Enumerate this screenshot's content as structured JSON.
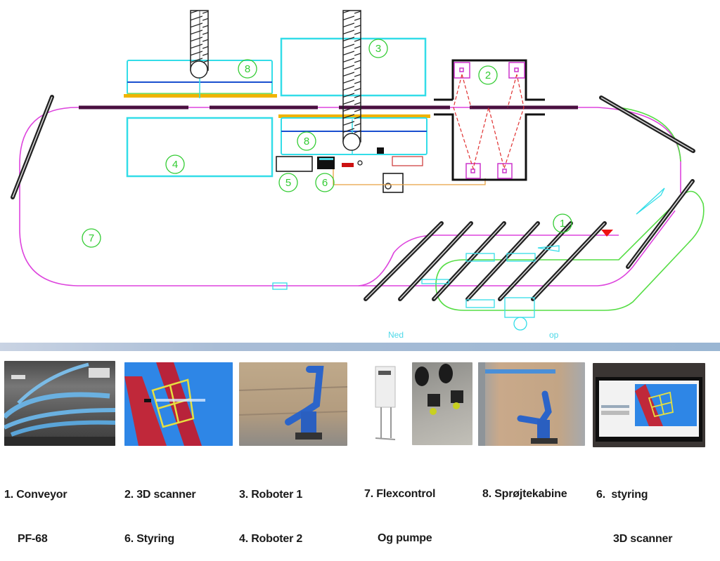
{
  "diagram": {
    "title": "Painting line layout",
    "station_labels": [
      {
        "id": "1",
        "meaning": "Conveyor PF-68"
      },
      {
        "id": "2",
        "meaning": "3D scanner"
      },
      {
        "id": "3",
        "meaning": "Roboter 1"
      },
      {
        "id": "4",
        "meaning": "Roboter 2"
      },
      {
        "id": "5",
        "meaning": ""
      },
      {
        "id": "6",
        "meaning": "Styring"
      },
      {
        "id": "7",
        "meaning": "Flexcontrol og pumpe"
      },
      {
        "id": "8a",
        "label": "8",
        "meaning": "Sprøjtekabine"
      },
      {
        "id": "8b",
        "label": "8",
        "meaning": "Sprøjtekabine"
      }
    ],
    "direction_labels": {
      "down": "Ned",
      "up": "op"
    },
    "colors": {
      "conveyor_track": "#dd44dd",
      "return_track": "#55dd44",
      "booth_outline": "#33dde8",
      "station_circle": "#33cc33",
      "grating": "#f0b400",
      "rail_dark": "#4a1040",
      "scanner_lines": "#e03030",
      "cable": "#e8a040",
      "marker_red": "#ee1111"
    }
  },
  "photos": [
    {
      "id": "conveyor",
      "icon": "photo-conveyor",
      "caption_line1": "1. Conveyor",
      "caption_line2": "PF-68"
    },
    {
      "id": "scanner",
      "icon": "photo-3d-scan-screen",
      "caption_line1": "2. 3D scanner",
      "caption_line2": "6. Styring"
    },
    {
      "id": "robot",
      "icon": "photo-robot",
      "caption_line1": "3. Roboter 1",
      "caption_line2": "4. Roboter 2"
    },
    {
      "id": "flexcontrol",
      "icon": "photo-flexcontrol-pump",
      "caption_line1": "7. Flexcontrol",
      "caption_line2": "Og pumpe"
    },
    {
      "id": "booth",
      "icon": "photo-spray-booth",
      "caption_line1": "8. Sprøjtekabine",
      "caption_line2": ""
    },
    {
      "id": "control",
      "icon": "photo-control-monitor",
      "caption_line1": "6.  styring",
      "caption_line2": "3D scanner"
    }
  ]
}
